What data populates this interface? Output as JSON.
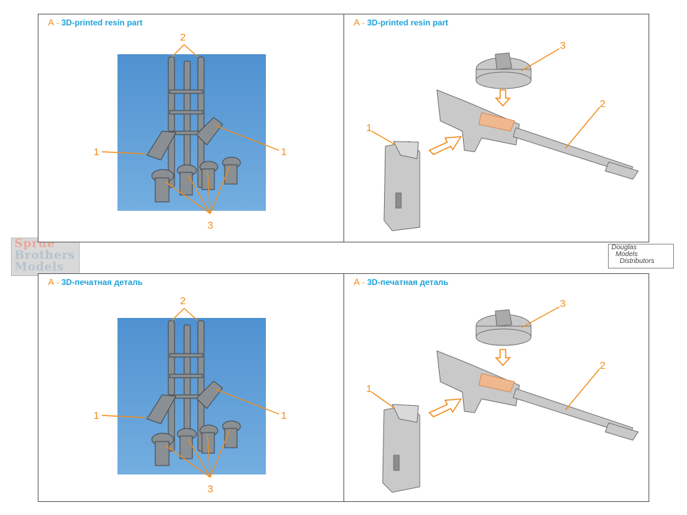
{
  "panels": [
    {
      "letter": "A",
      "dash": "-",
      "caption": "3D-printed resin part"
    },
    {
      "letter": "A",
      "dash": "-",
      "caption": "3D-printed resin part"
    },
    {
      "letter": "A",
      "dash": "-",
      "caption": "3D-печатная деталь"
    },
    {
      "letter": "A",
      "dash": "-",
      "caption": "3D-печатная деталь"
    }
  ],
  "callouts": {
    "sprue_left": "1",
    "sprue_top": "2",
    "sprue_right": "1",
    "sprue_bottom": "3",
    "gun_stock": "1",
    "gun_barrel": "2",
    "gun_drum": "3"
  },
  "watermarks": {
    "sprue_brothers": [
      "Sprue",
      "Brothers",
      "Models"
    ],
    "douglas": [
      "Douglas",
      "Models",
      "Distributors"
    ]
  },
  "colors": {
    "accent_orange": "#f28c1b",
    "caption_blue": "#1fa2d9",
    "render_background": "#5b9bd5",
    "part_grey": "#b7b7b7"
  }
}
